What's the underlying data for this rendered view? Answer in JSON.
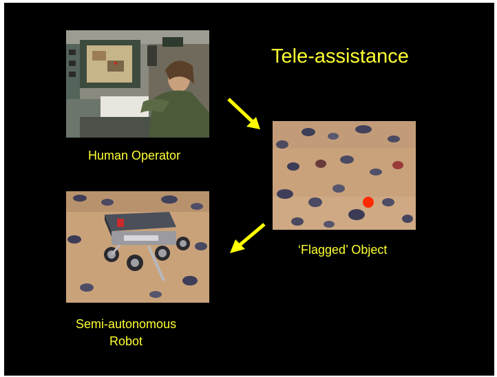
{
  "slide": {
    "title": "Tele-assistance",
    "captions": {
      "human_operator": "Human Operator",
      "flagged_object": "‘Flagged’ Object",
      "robot_line1": "Semi-autonomous",
      "robot_line2": "Robot"
    }
  },
  "colors": {
    "background": "#000000",
    "text": "#ffff33",
    "arrow": "#ffff00",
    "flag_marker": "#ff2a00"
  }
}
